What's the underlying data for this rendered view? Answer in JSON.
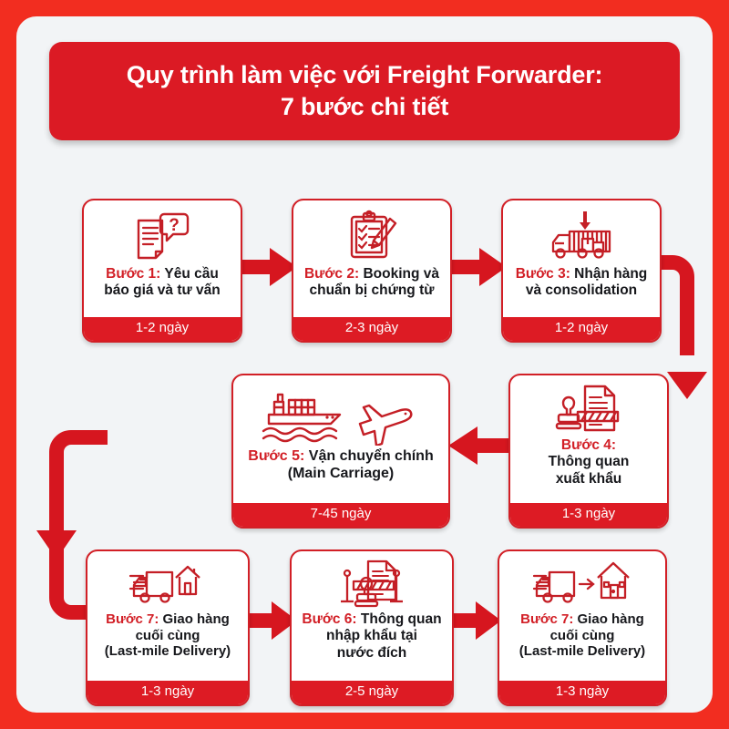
{
  "title": {
    "line1": "Quy trình làm việc với Freight Forwarder:",
    "line2": "7 bước chi tiết"
  },
  "colors": {
    "frame_red": "#F22D20",
    "card_red": "#D21F26",
    "title_red": "#DB1A24",
    "footer_red": "#DD1B24",
    "text_dark": "#17181C",
    "background": "#F2F4F6"
  },
  "steps": [
    {
      "id": "step-1",
      "step_label": "Bước 1:",
      "title": " Yêu cầu",
      "title_line2": "báo giá và tư vấn",
      "title_line3": "",
      "duration": "1-2 ngày",
      "icon": "document-question-icon"
    },
    {
      "id": "step-2",
      "step_label": "Bước 2:",
      "title": " Booking và",
      "title_line2": "chuẩn bị chứng từ",
      "title_line3": "",
      "duration": "2-3 ngày",
      "icon": "clipboard-checklist-pencil-icon"
    },
    {
      "id": "step-3",
      "step_label": "Bước 3:",
      "title": " Nhận hàng",
      "title_line2": "và consolidation",
      "title_line3": "",
      "duration": "1-2 ngày",
      "icon": "truck-container-loading-icon"
    },
    {
      "id": "step-4",
      "step_label": "Bước 4:",
      "title": "",
      "title_line2": "Thông quan",
      "title_line3": "xuất khẩu",
      "duration": "1-3 ngày",
      "icon": "stamp-document-icon"
    },
    {
      "id": "step-5",
      "step_label": "Bước 5:",
      "title": " Vận chuyển chính",
      "title_line2": "(Main Carriage)",
      "title_line3": "",
      "duration": "7-45 ngày",
      "icon": "ship-airplane-icon"
    },
    {
      "id": "step-6",
      "step_label": "Bước 6:",
      "title": " Thông quan",
      "title_line2": "nhập khẩu tại",
      "title_line3": "nước đích",
      "duration": "2-5 ngày",
      "icon": "customs-barrier-stamp-document-icon"
    },
    {
      "id": "step-7a",
      "step_label": "Bước 7:",
      "title": " Giao hàng",
      "title_line2": "cuối cùng",
      "title_line3": "(Last-mile Delivery)",
      "duration": "1-3 ngày",
      "icon": "delivery-truck-house-icon"
    },
    {
      "id": "step-7b",
      "step_label": "Bước 7:",
      "title": " Giao hàng",
      "title_line2": "cuối cùng",
      "title_line3": "(Last-mile Delivery)",
      "duration": "1-3 ngày",
      "icon": "delivery-truck-arrow-house-icon"
    }
  ],
  "connectors": {
    "row1_arrow1": "arrow-right",
    "row1_arrow2": "arrow-right",
    "row1_to_row2": "elbow-down-right",
    "row2_arrow": "arrow-left",
    "row2_to_row3": "elbow-down-left",
    "row3_arrow1": "arrow-right",
    "row3_arrow2": "arrow-right"
  }
}
